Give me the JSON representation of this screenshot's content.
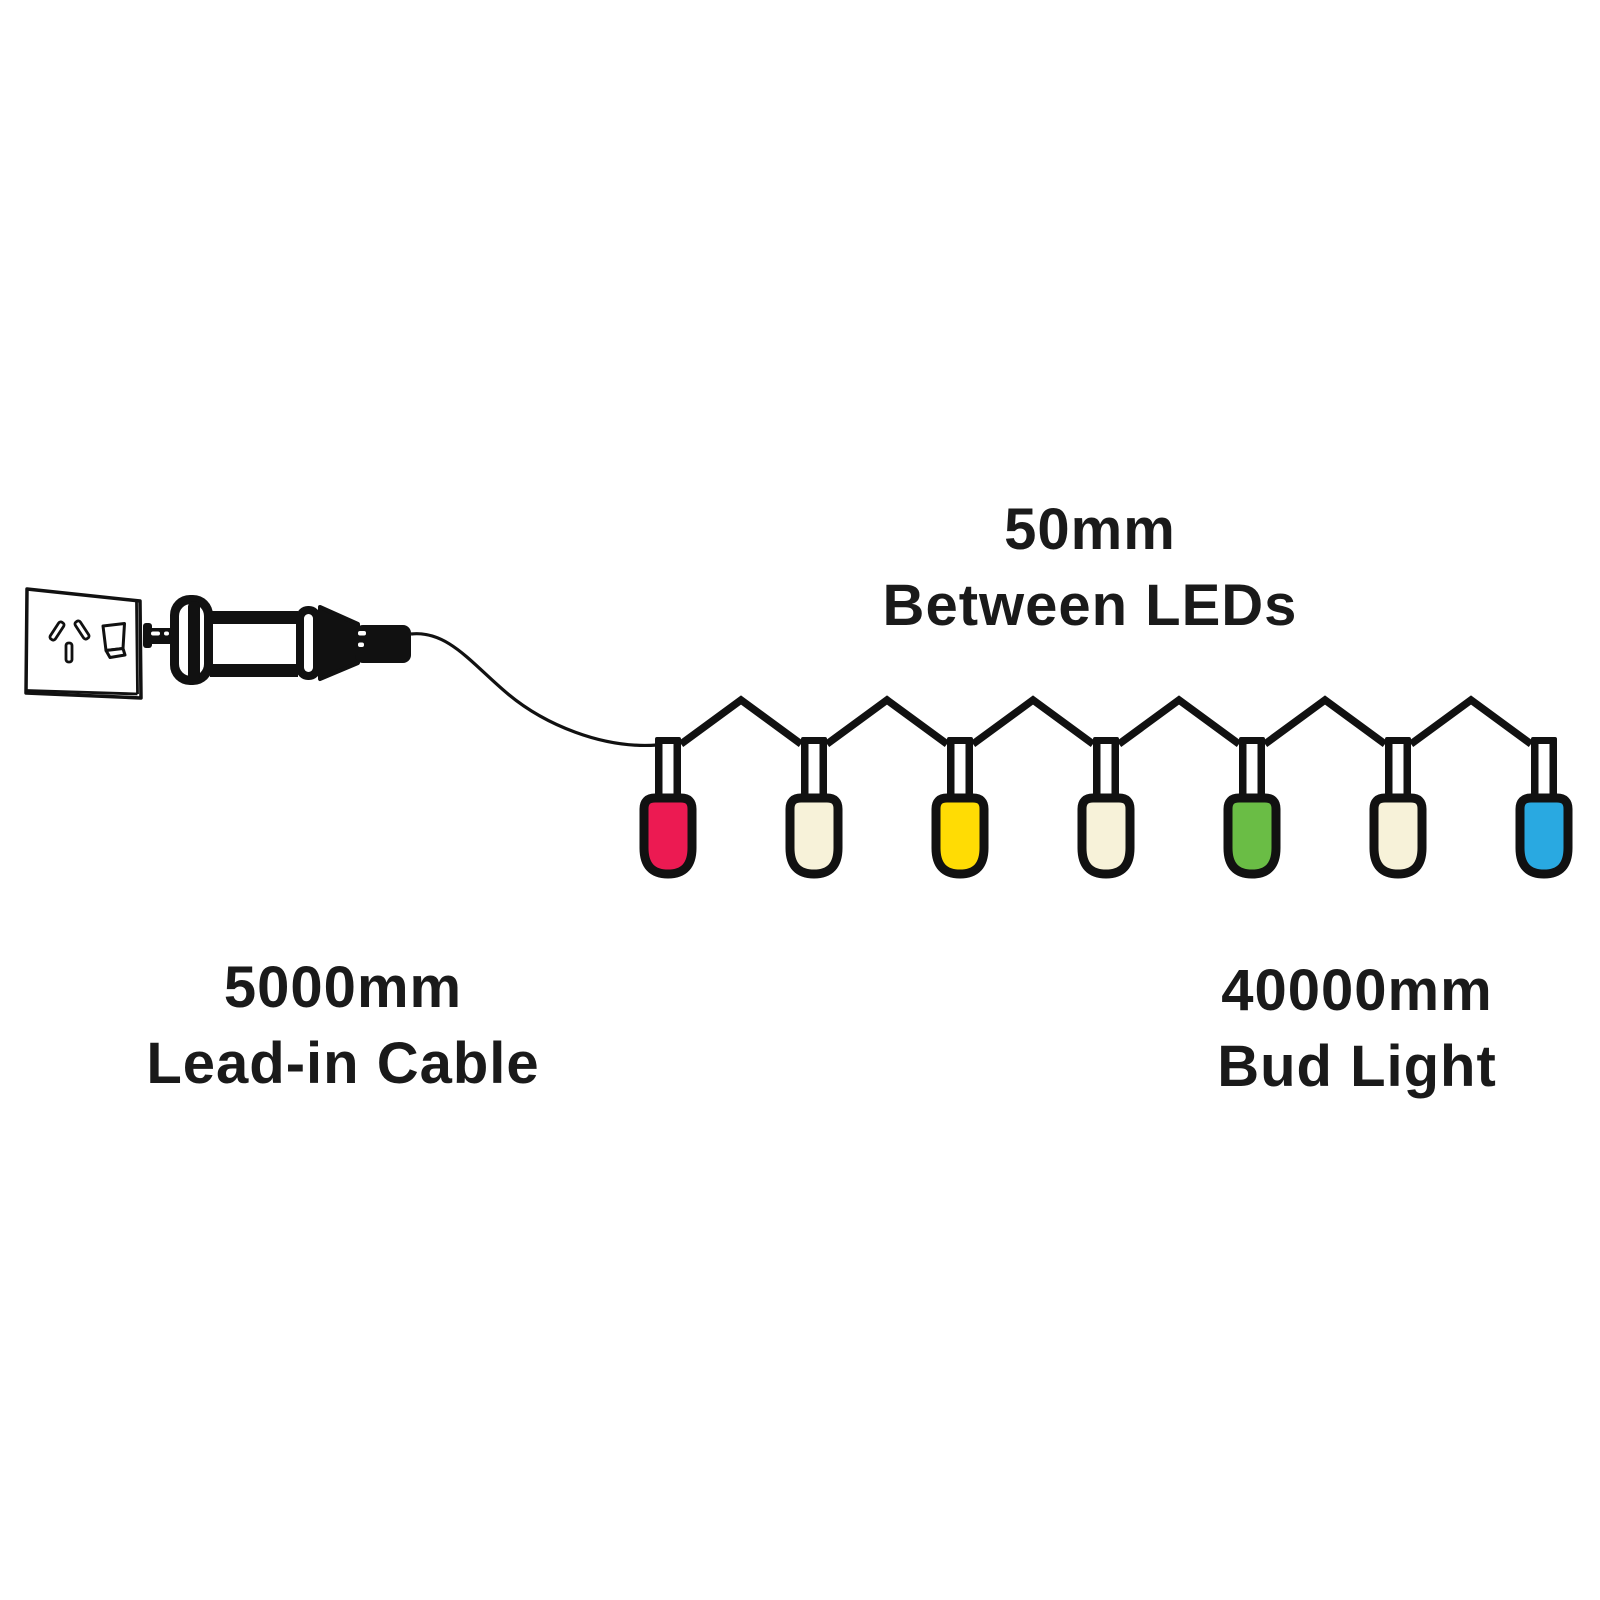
{
  "page": {
    "background": "#ffffff",
    "ink": "#111111",
    "text_color": "#1a1a1a"
  },
  "labels": {
    "led_spacing": {
      "line1": "50mm",
      "line2": "Between LEDs"
    },
    "lead_in_cable": {
      "line1": "5000mm",
      "line2": "Lead-in Cable"
    },
    "bud_light": {
      "line1": "40000mm",
      "line2": "Bud Light"
    }
  },
  "diagram": {
    "power_socket_icon": "au-wall-socket-icon",
    "plug_icon": "inline-waterproof-plug-icon",
    "cable_icon": "lead-in-cable",
    "wire_icon": "string-wire",
    "bulb_count": 7,
    "bulbs": [
      {
        "name": "bulb-1-pink",
        "color": "#EC1A52"
      },
      {
        "name": "bulb-2-warm-white",
        "color": "#F7F2D9"
      },
      {
        "name": "bulb-3-yellow",
        "color": "#FFDC04"
      },
      {
        "name": "bulb-4-warm-white",
        "color": "#F7F2D9"
      },
      {
        "name": "bulb-5-green",
        "color": "#6ABD45"
      },
      {
        "name": "bulb-6-warm-white",
        "color": "#F7F2D9"
      },
      {
        "name": "bulb-7-blue",
        "color": "#29A9E1"
      }
    ]
  }
}
